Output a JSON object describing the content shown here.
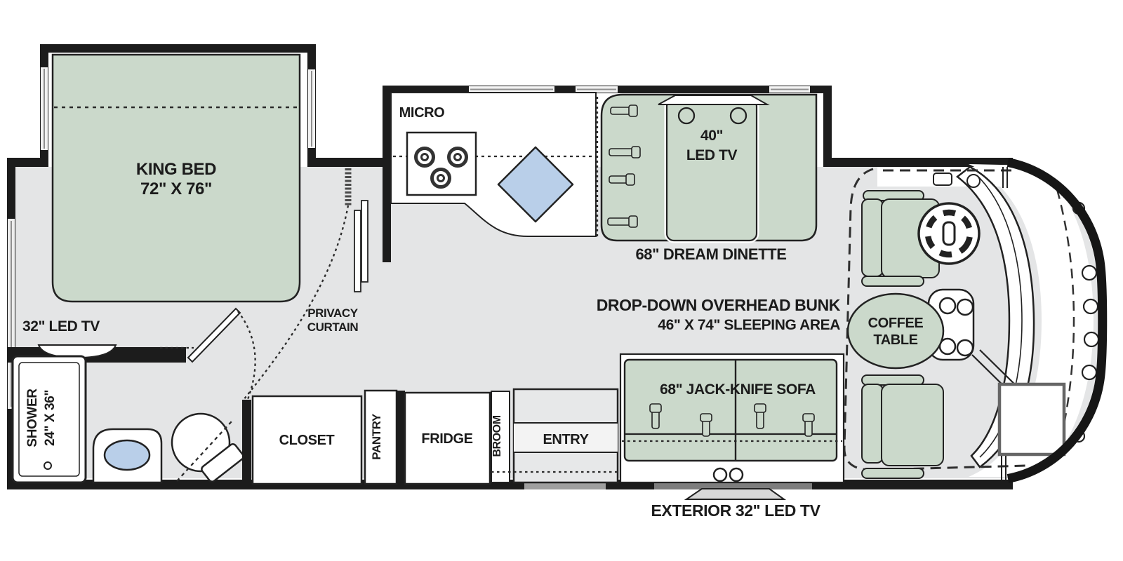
{
  "title": "Class A motorhome floor plan",
  "colors": {
    "floor": "#e4e5e6",
    "furniture": "#cbd9cb",
    "water": "#b9cfe9",
    "wall": "#1c1c1c",
    "text": "#1b1b1b",
    "window_gap": "#f2f2f2",
    "door_gap": "#9f9f9f"
  },
  "labels": {
    "king_bed_1": "KING BED",
    "king_bed_2": "72\" X 76\"",
    "tv_32": "32\" LED TV",
    "shower_1": "SHOWER",
    "shower_2": "24\" X 36\"",
    "privacy_1": "PRIVACY",
    "privacy_2": "CURTAIN",
    "micro": "MICRO",
    "tv_40_1": "40\"",
    "tv_40_2": "LED TV",
    "dream_dinette": "68\" DREAM DINETTE",
    "bunk_1": "DROP-DOWN OVERHEAD BUNK",
    "bunk_2": "46\" X 74\" SLEEPING AREA",
    "coffee_1": "COFFEE",
    "coffee_2": "TABLE",
    "closet": "CLOSET",
    "pantry": "PANTRY",
    "fridge": "FRIDGE",
    "broom": "BROOM",
    "entry": "ENTRY",
    "sofa": "68\" JACK-KNIFE SOFA",
    "exterior_tv": "EXTERIOR 32\" LED TV"
  }
}
